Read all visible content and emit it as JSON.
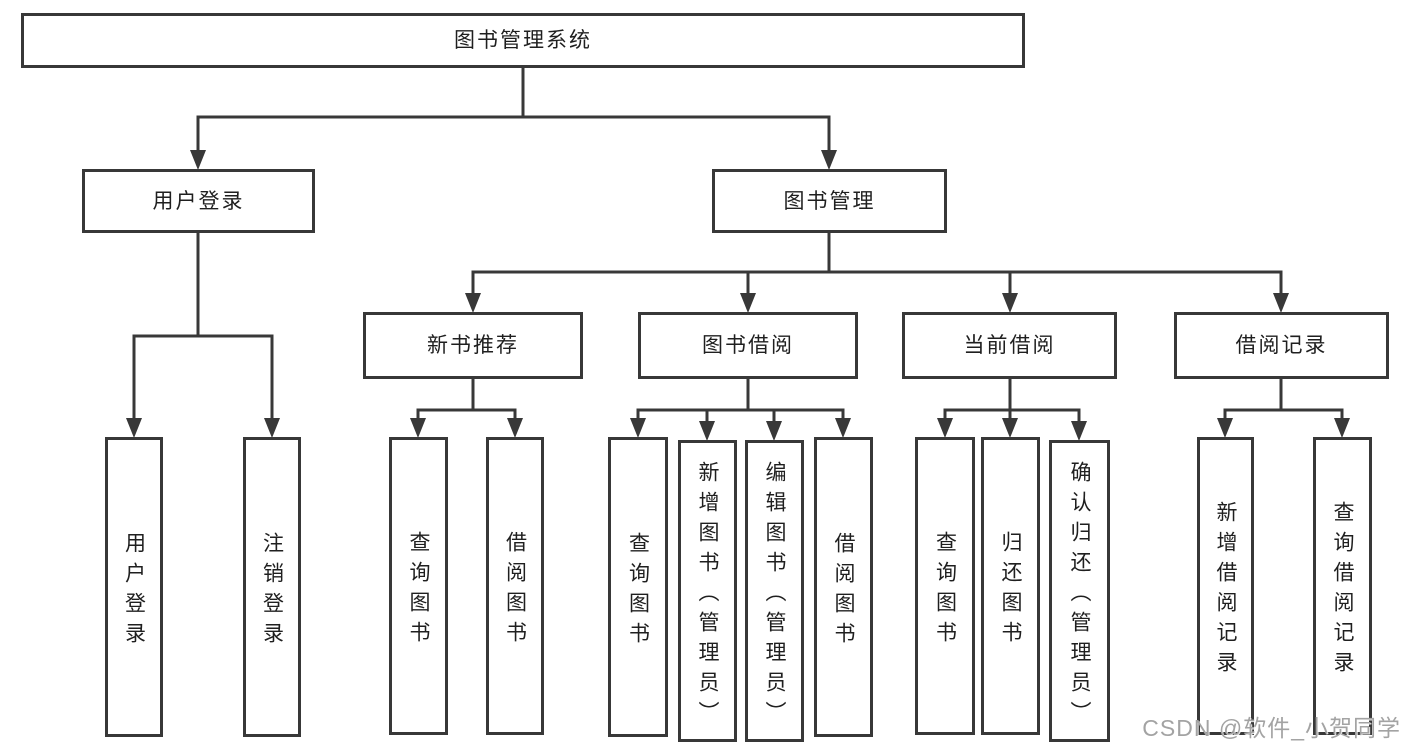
{
  "tree": {
    "root": "图书管理系统",
    "branches": [
      {
        "label": "用户登录",
        "children": [
          "用户登录",
          "注销登录"
        ]
      },
      {
        "label": "图书管理",
        "groups": [
          {
            "label": "新书推荐",
            "children": [
              "查询图书",
              "借阅图书"
            ]
          },
          {
            "label": "图书借阅",
            "children": [
              "查询图书",
              "新增图书（管理员）",
              "编辑图书（管理员）",
              "借阅图书"
            ]
          },
          {
            "label": "当前借阅",
            "children": [
              "查询图书",
              "归还图书",
              "确认归还（管理员）"
            ]
          },
          {
            "label": "借阅记录",
            "children": [
              "新增借阅记录",
              "查询借阅记录"
            ]
          }
        ]
      }
    ]
  },
  "watermark": "CSDN @软件_小贺同学",
  "colors": {
    "line": "#383838",
    "box_fill": "#ffffff",
    "text": "#1f1f1f",
    "watermark": "#a3a3a3"
  }
}
